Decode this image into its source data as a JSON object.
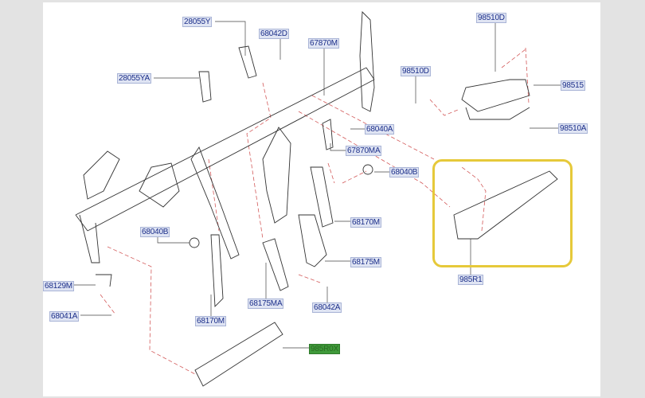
{
  "diagram_title": "",
  "colors": {
    "label_bg": "#dfe4f3",
    "label_text": "#1c2f8a",
    "selected_bg": "#3f9a3a",
    "highlight_border": "#e6c93a",
    "leader_dash": "#d9534f"
  },
  "labels": {
    "l28055Y": "28055Y",
    "l68042D": "68042D",
    "l67870M": "67870M",
    "l28055YA": "28055YA",
    "l98510D_top": "98510D",
    "l98510D_mid": "98510D",
    "l98515": "98515",
    "l68040A": "68040A",
    "l98510A": "98510A",
    "l67870MA": "67870MA",
    "l68040B_right": "68040B",
    "l68170M_right": "68170M",
    "l68040B_left": "68040B",
    "l68175M": "68175M",
    "l68129M": "68129M",
    "l985R1": "985R1",
    "l68175MA": "68175MA",
    "l68042A": "68042A",
    "l68041A": "68041A",
    "l68170M_bottom": "68170M",
    "l985R0X": "985R0X"
  },
  "selected_part": "985R0X",
  "highlighted_part": "985R1"
}
